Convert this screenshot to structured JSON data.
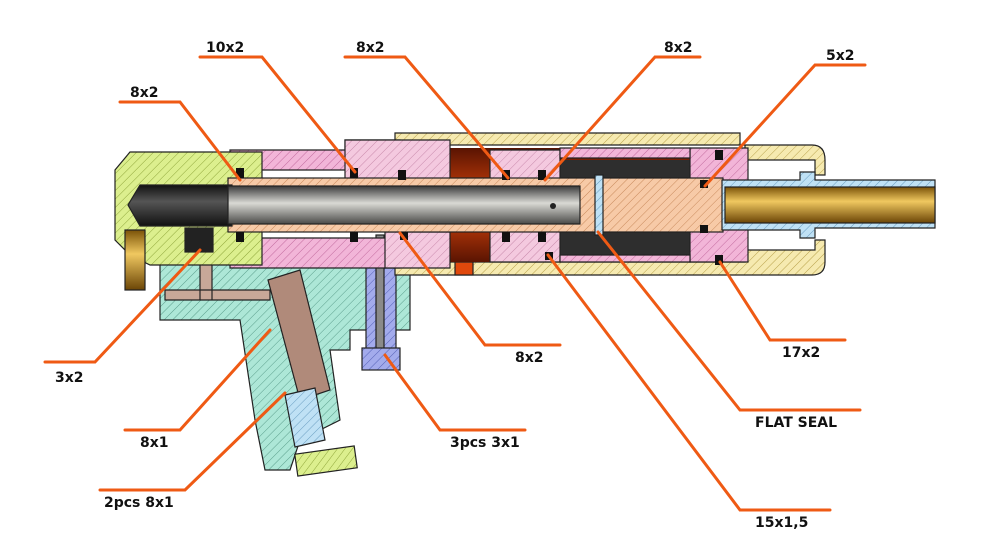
{
  "diagram": {
    "labels": {
      "top_10x2": "10x2",
      "top_left_8x2": "8x2",
      "top_mid_8x2": "8x2",
      "top_right_8x2": "8x2",
      "top_5x2": "5x2",
      "left_3x2": "3x2",
      "mid_8x2": "8x2",
      "right_17x2": "17x2",
      "left_8x1": "8x1",
      "flat_seal": "FLAT SEAL",
      "pcs_3x1": "3pcs 3x1",
      "seal_15x1_5": "15x1,5",
      "pcs_8x1": "2pcs 8x1"
    },
    "colors": {
      "leader": "#ef5a14",
      "housing": "#f3e6a3",
      "body_pink": "#f2b5d8",
      "left_block": "#d9ef8a",
      "lower_block": "#a9e6d6",
      "sleeve": "#f5c7a4",
      "tube": "#c9961e",
      "fitting": "#b5dcf2",
      "bolt": "#9da7ea"
    }
  }
}
